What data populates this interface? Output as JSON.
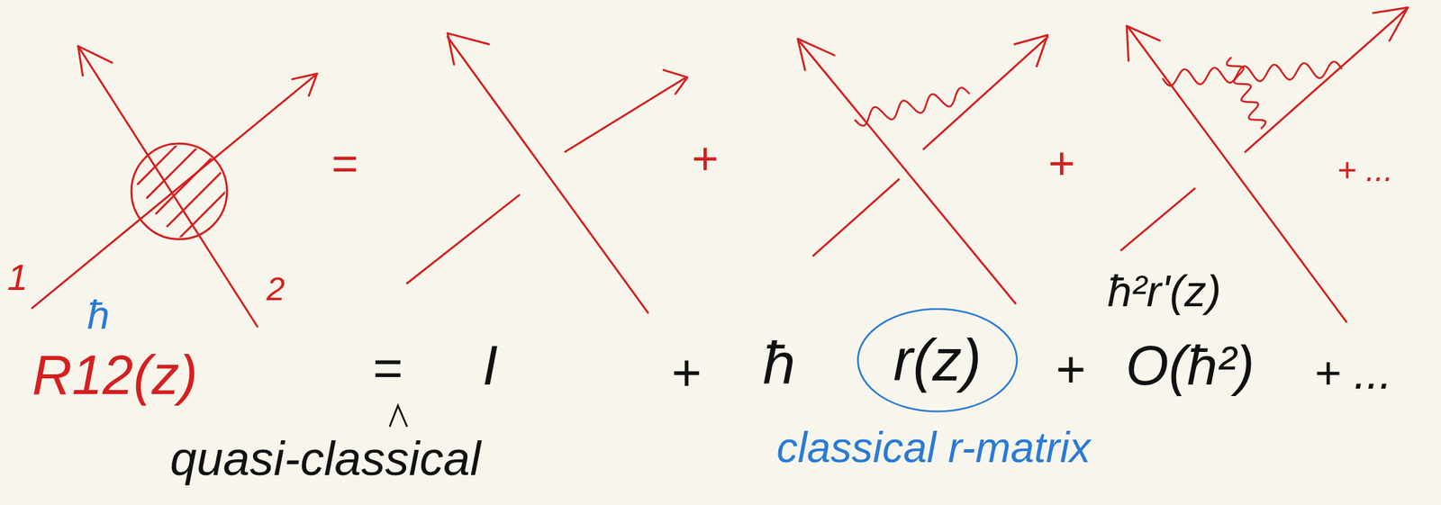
{
  "diagram": {
    "nodes": [
      {
        "text": [
          "r(z)"
        ]
      }
    ],
    "labels": [
      "1",
      "2",
      "ħ",
      "=",
      "+",
      "+",
      "+ ...",
      "ħ²r'(z)",
      "R12(z)",
      "=",
      "I",
      "+",
      "ħ",
      "+",
      "O(ħ²)",
      "+ ...",
      "quasi-classical",
      "classical r-matrix"
    ]
  }
}
